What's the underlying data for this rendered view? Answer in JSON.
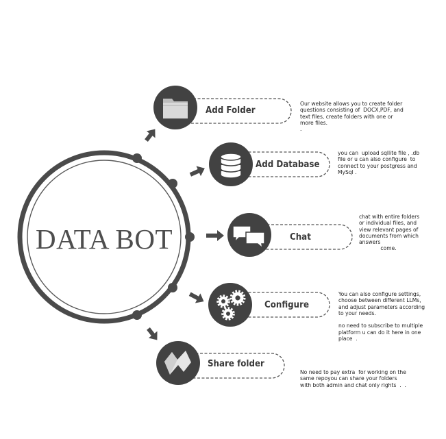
{
  "center": {
    "title": "DATA BOT"
  },
  "features": [
    {
      "id": "add-folder",
      "icon": "folder-icon",
      "label": "Add Folder",
      "description": "Our website allows you to create folder\nquestions consisting of  DOCX,PDF, and\ntext files, create folders with one or\nmore files.\n."
    },
    {
      "id": "add-database",
      "icon": "database-icon",
      "label": "Add Database",
      "description": "you can  upload sqllite file , .db\nfile or u can also configure  to\nconnect to your postgress and\nMySql ."
    },
    {
      "id": "chat",
      "icon": "chat-bubbles-icon",
      "label": "Chat",
      "description": "chat with entire folders\nor individual files, and\nview relevant pages of\ndocuments from which\nanswers\n             come."
    },
    {
      "id": "configure",
      "icon": "gears-icon",
      "label": "Configure",
      "description": "You can also configure settings,\nchoose between different LLMs,\nand adjust parameters according\nto your needs.\n\nno need to subscribe to multiple\nplatform u can do it here in one\nplace  ."
    },
    {
      "id": "share-folder",
      "icon": "share-icon",
      "label": "Share folder",
      "description": "No need to pay extra  for working on the\nsame repoyou can share your folders\nwith both admin and chat only rights  .  ."
    }
  ],
  "colors": {
    "ring": "#4a4a4a",
    "icon_circle": "#424242",
    "arrow": "#4a4a4a",
    "dashed": "#555555",
    "icon_glyph": "#ffffff"
  }
}
